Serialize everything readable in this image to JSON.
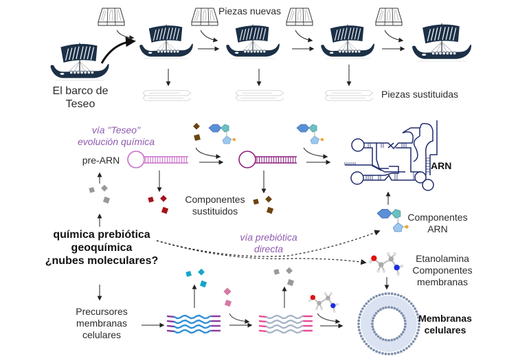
{
  "colors": {
    "ship": "#1c3047",
    "arrow": "#222222",
    "pre_rna": "#c86ec9",
    "rna_mid": "#8b1f7e",
    "rna_final": "#1f2a6b",
    "removed_red": "#a5141d",
    "brown": "#6b4410",
    "gray_piece": "#999999",
    "cyan_piece": "#14a7c6",
    "pink_piece": "#d57aa5",
    "hexagon": "#5b8fd6",
    "pentagon_teal": "#6cc0c2",
    "pentagon_light": "#9ec8ee",
    "phosphate": "#f2a333",
    "lipid_purple": "#8a3fa0",
    "lipid_blue": "#2f8fd8",
    "lipid_pink": "#e94c98",
    "lipid_gray": "#aab4c8",
    "membrane": "#7f90ad",
    "path_label": "#8e5bb0"
  },
  "ship_section": {
    "original_ship_label": "El barco de\nTeseo",
    "new_pieces_label": "Piezas nuevas",
    "replaced_pieces_label": "Piezas sustituidas",
    "ships": [
      "ship-original",
      "ship-stage-1",
      "ship-stage-2",
      "ship-stage-3",
      "ship-final"
    ],
    "icons": [
      "viking-ship-icon",
      "wood-plank-icon",
      "discarded-plank-icon"
    ]
  },
  "rna_section": {
    "path_label": "vía \"Teseo\"\nevolución química",
    "pre_rna_label": "pre-ARN",
    "replaced_components_label": "Componentes\nsustituidos",
    "rna_label": "ARN",
    "rna_components_label": "Componentes\nARN"
  },
  "origin": {
    "label": "química prebiótica\ngeoquímica\n¿nubes moleculares?"
  },
  "direct_path": {
    "label": "vía prebiótica\ndirecta"
  },
  "membrane_section": {
    "precursors_label": "Precursores\nmembranas\ncelulares",
    "ethanolamine_label": "Etanolamina\nComponentes\nmembranas",
    "membranes_label": "Membranas\ncelulares"
  }
}
